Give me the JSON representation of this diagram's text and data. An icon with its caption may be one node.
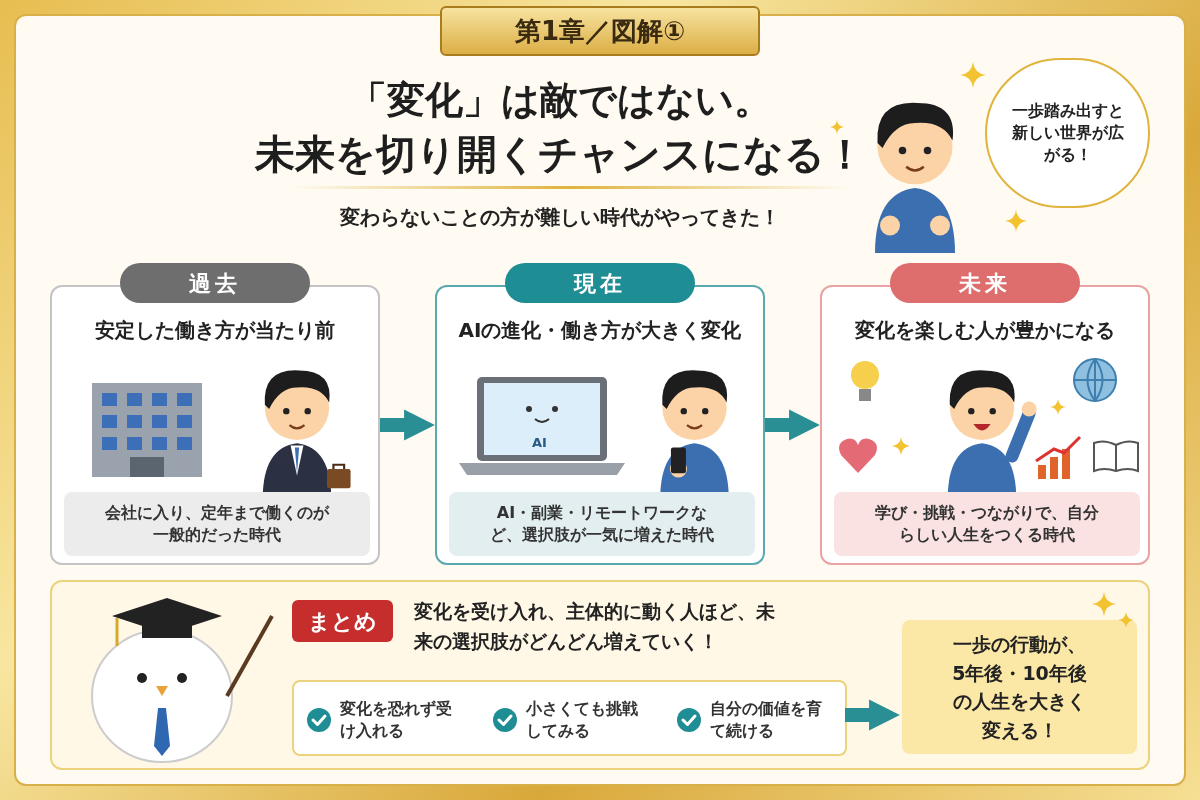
{
  "diagram": {
    "title": "第1章／図解①",
    "nodes": [
      {
        "text": [
          "一歩踏み出すと新しい世界が広がる！"
        ]
      },
      {
        "text": [
          "過去",
          "安定した働き方が当たり前"
        ]
      },
      {
        "text": [
          "会社に入り、定年まで働くのが一般的だった時代"
        ],
        "in": 1
      },
      {
        "text": [
          "現在",
          "AIの進化・働き方が大きく変化"
        ]
      },
      {
        "text": [
          "AI・副業・リモートワークなど、選択肢が一気に増えた時代"
        ],
        "in": 3
      },
      {
        "text": [
          "未来",
          "変化を楽しむ人が豊かになる"
        ]
      },
      {
        "text": [
          "学び・挑戦・つながりで、自分らしい人生をつくる時代"
        ],
        "in": 5
      },
      {
        "text": [
          "まとめ",
          "変化を受け入れ、**主体的**に動く人ほど、未来の**選択肢がどんどん増**えていく！"
        ]
      },
      {
        "text": [],
        "shape": "box",
        "in": 7
      },
      {
        "text": [
          "変化を恐れず受け入れる"
        ],
        "in": 8
      },
      {
        "text": [
          "小さくても挑戦してみる"
        ],
        "in": 8
      },
      {
        "text": [
          "自分の価値を育て続ける"
        ],
        "in": 8
      },
      {
        "text": [
          "一歩の行動が、5年後・10年後の人生を大きく変える！"
        ],
        "in": 7
      }
    ],
    "edges": [
      {
        "from": 1,
        "to": 3,
        "arrow": "to"
      },
      {
        "from": 3,
        "to": 5,
        "arrow": "to"
      },
      {
        "from": 8,
        "to": 12,
        "arrow": "to"
      }
    ],
    "labels": [
      "「変化」は敵ではない。",
      "**未来を切り開くチャンス**になる！",
      "変わらないことの方が難しい時代がやってきた！",
      "AI"
    ]
  }
}
